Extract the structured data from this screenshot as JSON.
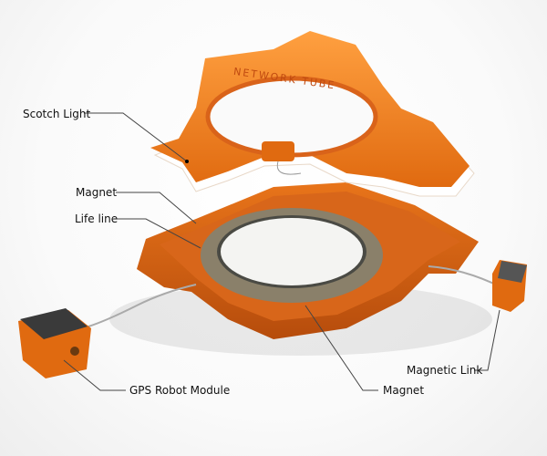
{
  "product_name": "NETWORK TUBE",
  "labels": {
    "scotch_light": "Scotch Light",
    "magnet_top": "Magnet",
    "life_line": "Life line",
    "gps_module": "GPS Robot Module",
    "magnet_bottom": "Magnet",
    "magnetic_link": "Magnetic Link"
  },
  "colors": {
    "orange": "#f08020",
    "dark_orange": "#c85a10",
    "ring": "#8a806a",
    "module_top": "#3a3a3a"
  }
}
